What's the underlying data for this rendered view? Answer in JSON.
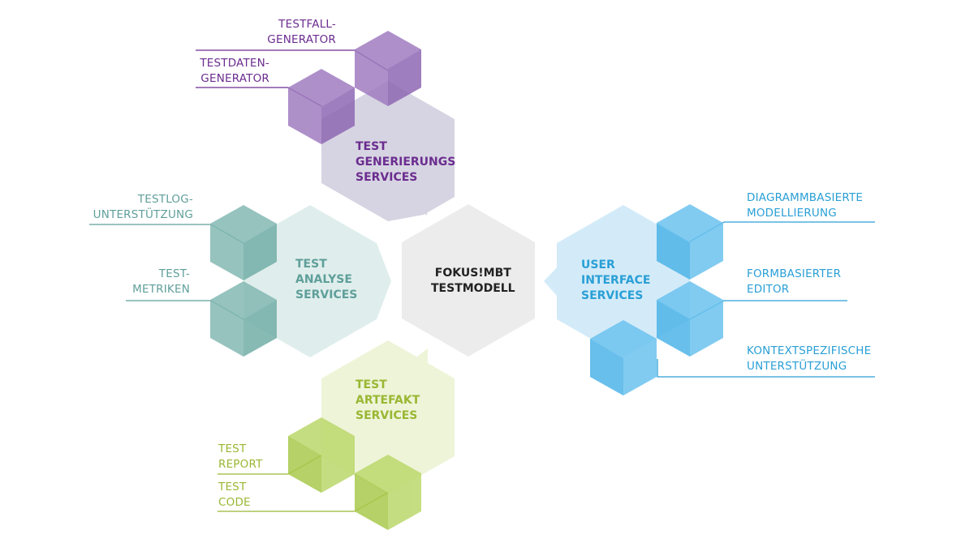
{
  "colors": {
    "purple": "#6b2c8f",
    "purple_hex": "#a07cc0",
    "purple_bg": "#d6d4e2",
    "teal": "#5f9f9a",
    "teal_hex": "#84b9b3",
    "teal_bg": "#dfeeec",
    "green": "#99b733",
    "green_hex": "#bcd86c",
    "green_bg": "#eef4d8",
    "blue": "#2a9fd6",
    "blue_hex": "#6cc3ef",
    "blue_bg": "#d3ebf8",
    "center_bg": "#ececec"
  },
  "center": {
    "title": "FOKUS!MBT\nTESTMODELL"
  },
  "generation": {
    "title": "TEST\nGENERIERUNGS\nSERVICES",
    "items": [
      "TESTFALL-\nGENERATOR",
      "TESTDATEN-\nGENERATOR"
    ]
  },
  "analysis": {
    "title": "TEST\nANALYSE\nSERVICES",
    "items": [
      "TESTLOG-\nUNTERSTÜTZUNG",
      "TEST-\nMETRIKEN"
    ]
  },
  "artifact": {
    "title": "TEST\nARTEFAKT\nSERVICES",
    "items": [
      "TEST\nREPORT",
      "TEST\nCODE"
    ]
  },
  "ui": {
    "title": "USER\nINTERFACE\nSERVICES",
    "items": [
      "DIAGRAMMBASIERTE\nMODELLIERUNG",
      "FORMBASIERTER\nEDITOR",
      "KONTEXTSPEZIFISCHE\nUNTERSTÜTZUNG"
    ]
  }
}
